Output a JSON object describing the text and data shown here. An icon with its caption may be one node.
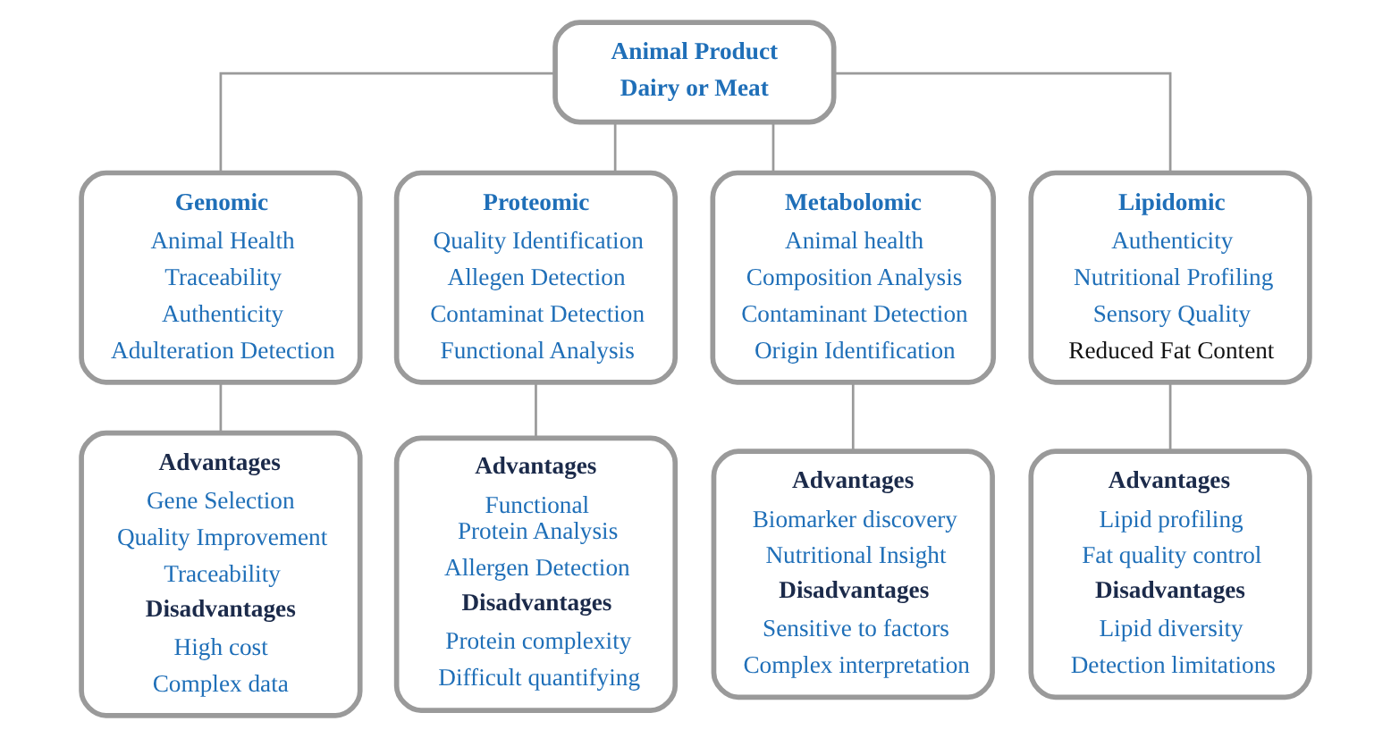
{
  "diagram": {
    "nodes": [
      {
        "text": [
          "Animal Product",
          "Dairy or Meat"
        ]
      },
      {
        "text": [
          "Genomic",
          "Animal Health",
          "Traceability",
          "Authenticity",
          "Adulteration Detection"
        ]
      },
      {
        "text": [
          "Proteomic",
          "Quality Identification",
          "Allegen Detection",
          "Contaminat Detection",
          "Functional Analysis"
        ]
      },
      {
        "text": [
          "Metabolomic",
          "Animal health",
          "Composition Analysis",
          "Contaminant Detection",
          "Origin Identification"
        ]
      },
      {
        "text": [
          "Lipidomic",
          "Authenticity",
          "Nutritional Profiling",
          "Sensory Quality",
          "Reduced Fat Content"
        ]
      },
      {
        "text": [
          "Advantages",
          "Gene Selection",
          "Quality Improvement",
          "Traceability",
          "Disadvantages",
          "High cost",
          "Complex data"
        ]
      },
      {
        "text": [
          "Advantages",
          "Functional Protein Analysis",
          "Allergen Detection",
          "Disadvantages",
          "Protein complexity",
          "Difficult quantifying"
        ]
      },
      {
        "text": [
          "Advantages",
          "Biomarker discovery",
          "Nutritional Insight",
          "Disadvantages",
          "Sensitive to factors",
          "Complex interpretation"
        ]
      },
      {
        "text": [
          "Advantages",
          "Lipid profiling",
          "Fat quality control",
          "Disadvantages",
          "Lipid diversity",
          "Detection limitations"
        ]
      }
    ],
    "edges": [
      {
        "from": 0,
        "to": 1,
        "arrow": "none"
      },
      {
        "from": 0,
        "to": 2,
        "arrow": "none"
      },
      {
        "from": 0,
        "to": 3,
        "arrow": "none"
      },
      {
        "from": 0,
        "to": 4,
        "arrow": "none"
      },
      {
        "from": 1,
        "to": 5,
        "arrow": "none"
      },
      {
        "from": 2,
        "to": 6,
        "arrow": "none"
      },
      {
        "from": 3,
        "to": 7,
        "arrow": "none"
      },
      {
        "from": 4,
        "to": 8,
        "arrow": "none"
      }
    ]
  }
}
